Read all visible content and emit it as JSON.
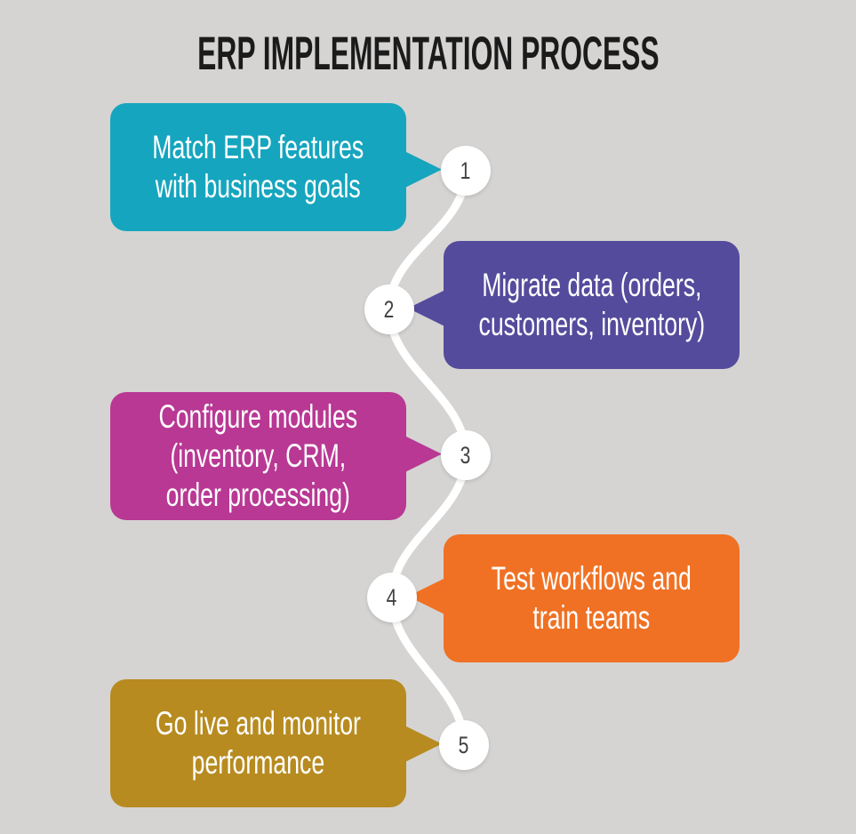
{
  "title": "ERP IMPLEMENTATION PROCESS",
  "background_color": "#d5d4d2",
  "connector_color": "#ffffff",
  "number_text_color": "#404040",
  "steps": [
    {
      "number": "1",
      "color": "#16a5be",
      "text": "Match ERP features with business goals",
      "lines": [
        "Match ERP features",
        "with business goals"
      ]
    },
    {
      "number": "2",
      "color": "#554b9c",
      "text": "Migrate data (orders, customers, inventory)",
      "lines": [
        "Migrate data (orders,",
        "customers, inventory)"
      ]
    },
    {
      "number": "3",
      "color": "#b83894",
      "text": "Configure modules (inventory, CRM, order processing)",
      "lines": [
        "Configure modules",
        "(inventory, CRM,",
        "order processing)"
      ]
    },
    {
      "number": "4",
      "color": "#f07124",
      "text": "Test workflows and train teams",
      "lines": [
        "Test workflows and",
        "train teams"
      ]
    },
    {
      "number": "5",
      "color": "#b78b20",
      "text": "Go live and monitor performance",
      "lines": [
        "Go live and monitor",
        "performance"
      ]
    }
  ]
}
